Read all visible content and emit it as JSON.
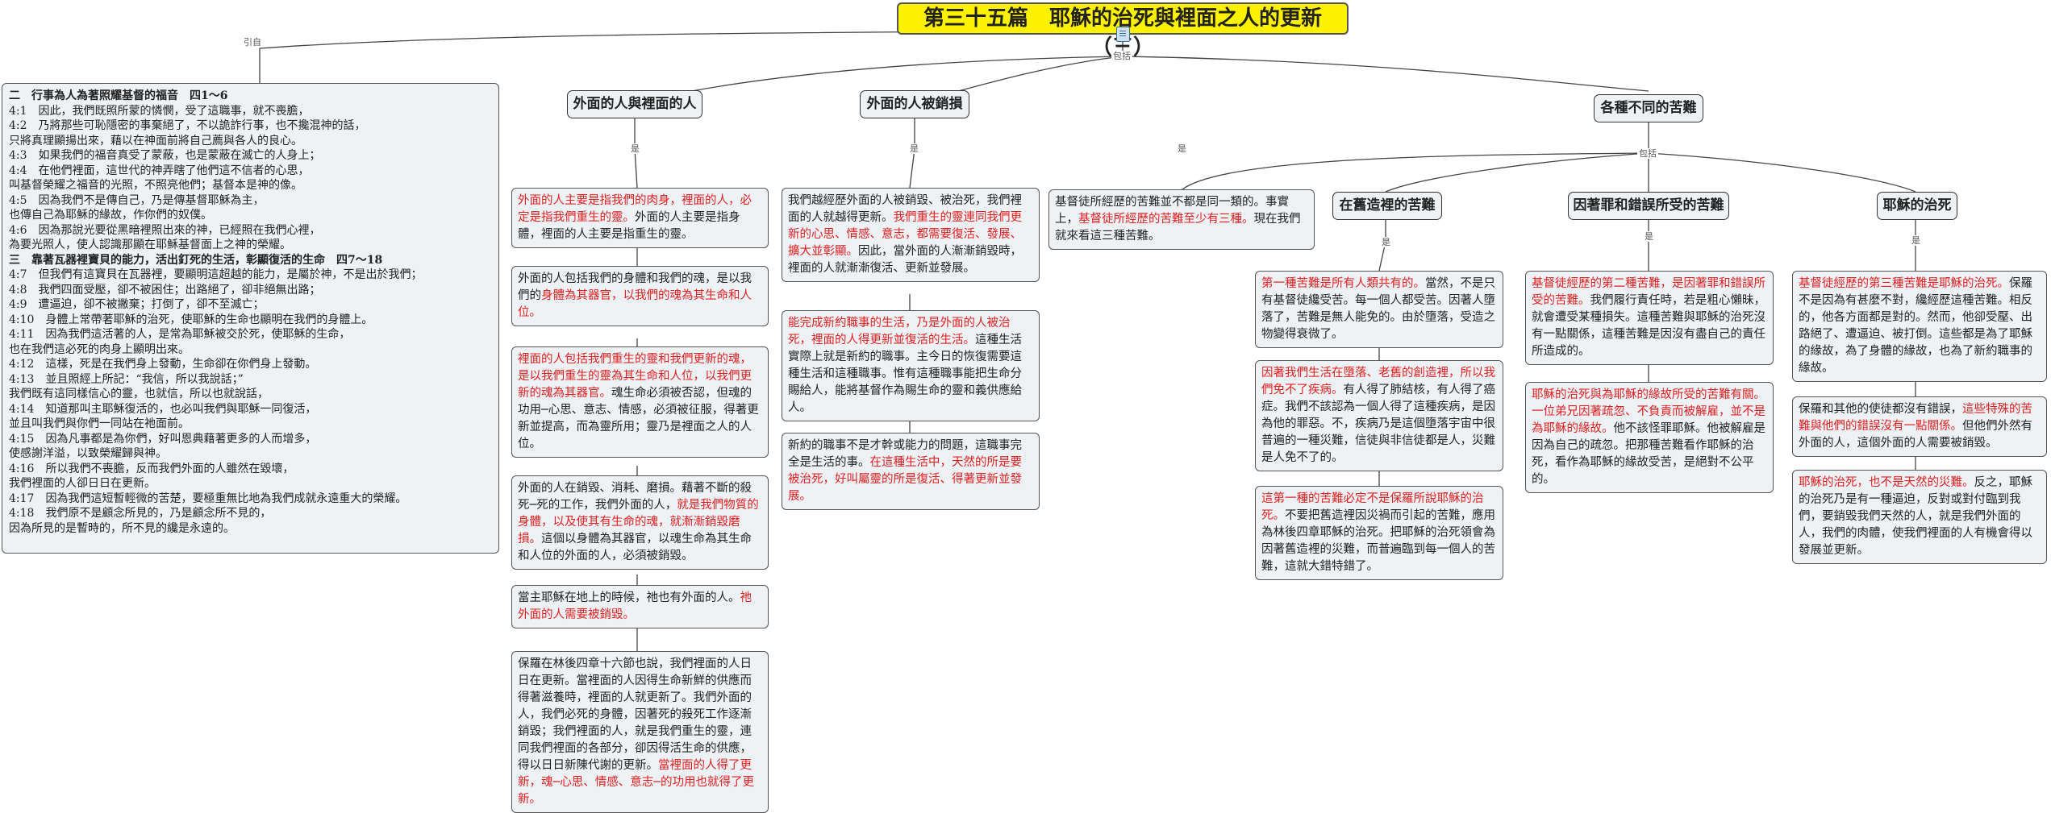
{
  "root": {
    "title": "第三十五篇　耶穌的治死與裡面之人的更新（三）"
  },
  "labels": {
    "intro": "引自",
    "include": "包括",
    "is": "是"
  },
  "intro": {
    "lines": [
      {
        "t": "二　行事為人為著照耀基督的福音　四1～6",
        "h": true
      },
      {
        "t": "4:1　因此，我們既照所蒙的憐憫，受了這職事，就不喪膽，"
      },
      {
        "t": "4:2　乃將那些可恥隱密的事棄絕了，不以詭詐行事，也不攙混神的話，"
      },
      {
        "t": "只將真理顯揚出來，藉以在神面前將自己薦與各人的良心。"
      },
      {
        "t": "4:3　如果我們的福音真受了蒙蔽，也是蒙蔽在滅亡的人身上；"
      },
      {
        "t": "4:4　在他們裡面，這世代的神弄瞎了他們這不信者的心思，"
      },
      {
        "t": "叫基督榮耀之福音的光照，不照亮他們；基督本是神的像。"
      },
      {
        "t": "4:5　因為我們不是傳自己，乃是傳基督耶穌為主，"
      },
      {
        "t": "也傳自己為耶穌的緣故，作你們的奴僕。"
      },
      {
        "t": "4:6　因為那說光要從黑暗裡照出來的神，已經照在我們心裡，"
      },
      {
        "t": "為要光照人，使人認識那顯在耶穌基督面上之神的榮耀。"
      },
      {
        "t": "三　靠著瓦器裡寶貝的能力，活出釘死的生活，彰顯復活的生命　四7～18",
        "h": true
      },
      {
        "t": "4:7　但我們有這寶貝在瓦器裡，要顯明這超越的能力，是屬於神，不是出於我們；"
      },
      {
        "t": "4:8　我們四面受壓，卻不被困住；出路絕了，卻非絕無出路；"
      },
      {
        "t": "4:9　遭逼迫，卻不被撇棄；打倒了，卻不至滅亡；"
      },
      {
        "t": "4:10　身體上常帶著耶穌的治死，使耶穌的生命也顯明在我們的身體上。"
      },
      {
        "t": "4:11　因為我們這活著的人，是常為耶穌被交於死，使耶穌的生命，"
      },
      {
        "t": "也在我們這必死的肉身上顯明出來。"
      },
      {
        "t": "4:12　這樣，死是在我們身上發動，生命卻在你們身上發動。"
      },
      {
        "t": "4:13　並且照經上所記：“我信，所以我說話；”"
      },
      {
        "t": "我們既有這同樣信心的靈，也就信，所以也就說話，"
      },
      {
        "t": "4:14　知道那叫主耶穌復活的，也必叫我們與耶穌一同復活，"
      },
      {
        "t": "並且叫我們與你們一同站在祂面前。"
      },
      {
        "t": "4:15　因為凡事都是為你們，好叫恩典藉著更多的人而增多，"
      },
      {
        "t": "使感謝洋溢，以致榮耀歸與神。"
      },
      {
        "t": "4:16　所以我們不喪膽，反而我們外面的人雖然在毀壞，"
      },
      {
        "t": "我們裡面的人卻日日在更新。"
      },
      {
        "t": "4:17　因為我們這短暫輕微的苦楚，要極重無比地為我們成就永遠重大的榮耀。"
      },
      {
        "t": "4:18　我們原不是顧念所見的，乃是顧念所不見的，"
      },
      {
        "t": "因為所見的是暫時的，所不見的纔是永遠的。"
      }
    ]
  },
  "topics": {
    "outer_inner": "外面的人與裡面的人",
    "outer_consumed": "外面的人被銷損",
    "sufferings": "各種不同的苦難",
    "old_creation": "在舊造裡的苦難",
    "sin_mistake": "因著罪和錯誤所受的苦難",
    "death_of_jesus": "耶穌的治死"
  },
  "boxes": {
    "a1": [
      {
        "t": "外面的人主要是指我們的肉身，裡面的人，必定是指我們重生的靈。",
        "r": true
      },
      {
        "t": "外面的人主要是指身體，裡面的人主要是指重生的靈。"
      }
    ],
    "a2": [
      {
        "t": "外面的人包括我們的身體和我們的魂，是以我們的"
      },
      {
        "t": "身體為其器官，以我們的魂為其生命和人位。",
        "r": true
      }
    ],
    "a3": [
      {
        "t": "裡面的人包括我們重生的靈和我們更新的魂，是以我們重生的靈為其生命和人位，以我們更新的魂為其器官。",
        "r": true
      },
      {
        "t": "魂生命必須被否認，但魂的功用─心思、意志、情感，必須被征服，得著更新並提高，而為靈所用；靈乃是裡面之人的人位。"
      }
    ],
    "a4": [
      {
        "t": "外面的人在銷毀、消耗、磨損。藉著不斷的殺死─死的工作，我們外面的人，"
      },
      {
        "t": "就是我們物質的身體，以及使其有生命的魂，就漸漸銷毀磨損。",
        "r": true
      },
      {
        "t": "這個以身體為其器官，以魂生命為其生命和人位的外面的人，必須被銷毀。"
      }
    ],
    "a5": [
      {
        "t": "當主耶穌在地上的時候，祂也有外面的人。"
      },
      {
        "t": "祂外面的人需要被銷毀。",
        "r": true
      }
    ],
    "a6": [
      {
        "t": "保羅在林後四章十六節也說，我們裡面的人日日在更新。當裡面的人因得生命新鮮的供應而得著滋養時，裡面的人就更新了。我們外面的人，我們必死的身體，因著死的殺死工作逐漸銷毀；我們裡面的人，就是我們重生的靈，連同我們裡面的各部分，卻因得活生命的供應，得以日日新陳代謝的更新。"
      },
      {
        "t": "當裡面的人得了更新，魂─心思、情感、意志─的功用也就得了更新。",
        "r": true
      }
    ],
    "b1": [
      {
        "t": "我們越經歷外面的人被銷毀、被治死，我們裡面的人就越得更新。"
      },
      {
        "t": "我們重生的靈連同我們更新的心思、情感、意志，都需要復活、發展、擴大並彰顯。",
        "r": true
      },
      {
        "t": "因此，當外面的人漸漸銷毀時，裡面的人就漸漸復活、更新並發展。"
      }
    ],
    "b2": [
      {
        "t": "能完成新約職事的生活，乃是外面的人被治死，裡面的人得更新並復活的生活。",
        "r": true
      },
      {
        "t": "這種生活實際上就是新約的職事。主今日的恢復需要這種生活和這種職事。惟有這種職事能把生命分賜給人，能將基督作為賜生命的靈和義供應給人。"
      }
    ],
    "b3": [
      {
        "t": "新約的職事不是才幹或能力的問題，這職事完全是生活的事。"
      },
      {
        "t": "在這種生活中，天然的所是要被治死，好叫屬靈的所是復活、得著更新並發展。",
        "r": true
      }
    ],
    "c1": [
      {
        "t": "基督徒所經歷的苦難並不都是同一類的。事實上，"
      },
      {
        "t": "基督徒所經歷的苦難至少有三種。",
        "r": true
      },
      {
        "t": "現在我們就來看這三種苦難。"
      }
    ],
    "d1": [
      {
        "t": "第一種苦難是所有人類共有的。",
        "r": true
      },
      {
        "t": "當然，不是只有基督徒纔受苦。每一個人都受苦。因著人墮落了，苦難是無人能免的。由於墮落，受造之物變得衰微了。"
      }
    ],
    "d2": [
      {
        "t": "因著我們生活在墮落、老舊的創造裡，所以我們免不了疾病。",
        "r": true
      },
      {
        "t": "有人得了肺結核，有人得了癌症。我們不該認為一個人得了這種疾病，是因為他的罪惡。不，疾病乃是這個墮落宇宙中很普遍的一種災難，信徒與非信徒都是人，災難是人免不了的。"
      }
    ],
    "d3": [
      {
        "t": "這第一種的苦難必定不是保羅所說耶穌的治死。",
        "r": true
      },
      {
        "t": "不要把舊造裡因災禍而引起的苦難，應用為林後四章耶穌的治死。把耶穌的治死領會為因著舊造裡的災難，而普遍臨到每一個人的苦難，這就大錯特錯了。"
      }
    ],
    "e1": [
      {
        "t": "基督徒經歷的第二種苦難，是因著罪和錯誤所受的苦難。",
        "r": true
      },
      {
        "t": "我們履行責任時，若是粗心懶昧，就會遭受某種損失。這種苦難與耶穌的治死沒有一點關係，這種苦難是因沒有盡自己的責任所造成的。"
      }
    ],
    "e2": [
      {
        "t": "耶穌的治死與為耶穌的緣故所受的苦難有關。一位弟兄因著疏忽、不負責而被解雇，並不是為耶穌的緣故。",
        "r": true
      },
      {
        "t": "他不該怪罪耶穌。他被解雇是因為自己的疏忽。把那種苦難看作耶穌的治死，看作為耶穌的緣故受苦，是絕對不公平的。"
      }
    ],
    "f1": [
      {
        "t": "基督徒經歷的第三種苦難是耶穌的治死。",
        "r": true
      },
      {
        "t": "保羅不是因為有甚麼不對，纔經歷這種苦難。相反的，他各方面都是對的。然而，他卻受壓、出路絕了、遭逼迫、被打倒。這些都是為了耶穌的緣故，為了身體的緣故，也為了新約職事的緣故。"
      }
    ],
    "f2": [
      {
        "t": "保羅和其他的使徒都沒有錯誤，"
      },
      {
        "t": "這些特殊的苦難與他們的錯誤沒有一點關係。",
        "r": true
      },
      {
        "t": "但他們外然有外面的人，這個外面的人需要被銷毀。"
      }
    ],
    "f3": [
      {
        "t": "耶穌的治死，也不是天然的災難。",
        "r": true
      },
      {
        "t": "反之，耶穌的治死乃是有一種逼迫，反對或對付臨到我們，要銷毀我們天然的人，就是我們外面的人，我們的肉體，使我們裡面的人有機會得以發展並更新。"
      }
    ]
  }
}
